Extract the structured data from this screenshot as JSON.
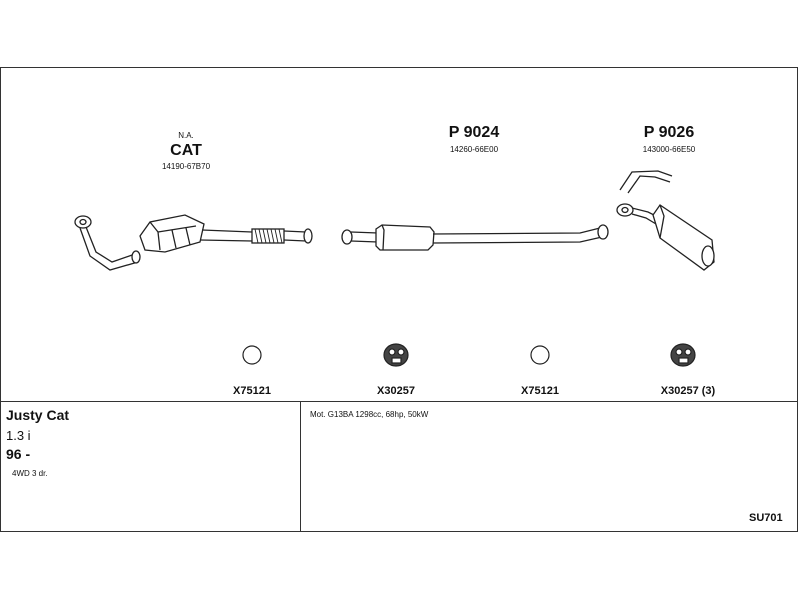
{
  "sections": [
    {
      "note": "N.A.",
      "code": "CAT",
      "part_no": "14190-67B70"
    },
    {
      "code": "P 9024",
      "part_no": "14260-66E00"
    },
    {
      "code": "P 9026",
      "part_no": "143000-66E50"
    }
  ],
  "fittings": [
    {
      "code": "X75121",
      "icon": "ring-icon"
    },
    {
      "code": "X30257",
      "icon": "rubber-hanger-icon"
    },
    {
      "code": "X75121",
      "icon": "ring-icon"
    },
    {
      "code": "X30257 (3)",
      "icon": "rubber-hanger-icon"
    }
  ],
  "vehicle": {
    "model": "Justy Cat",
    "engine": "1.3 i",
    "year": "96 -",
    "body": "4WD 3 dr."
  },
  "specs": "Mot. G13BA 1298cc, 68hp, 50kW",
  "diagram_code": "SU701"
}
